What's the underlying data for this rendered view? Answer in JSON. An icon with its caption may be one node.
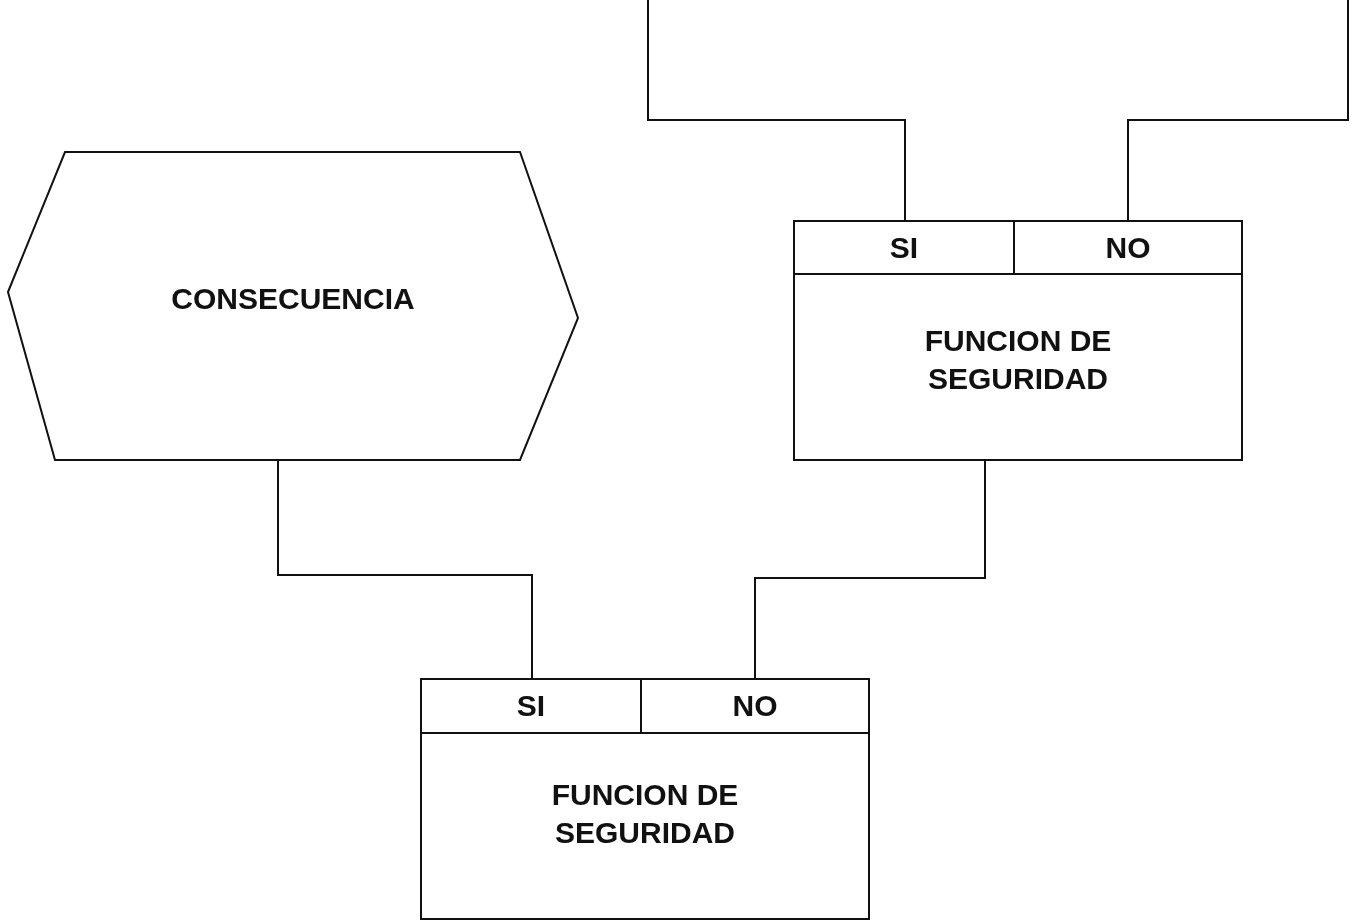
{
  "diagram": {
    "nodes": [
      {
        "text": [
          "CONSECUENCIA"
        ]
      },
      {
        "text": [
          "FUNCION DE SEGURIDAD"
        ]
      },
      {
        "text": [
          "SI"
        ],
        "in": 1
      },
      {
        "text": [
          "NO"
        ],
        "in": 1
      },
      {
        "text": [
          "FUNCION DE SEGURIDAD"
        ]
      },
      {
        "text": [
          "SI"
        ],
        "in": 4
      },
      {
        "text": [
          "NO"
        ],
        "in": 4
      }
    ],
    "edges": [
      {
        "from": null,
        "to": 2,
        "arrow": "none"
      },
      {
        "from": null,
        "to": 3,
        "arrow": "none"
      },
      {
        "from": 0,
        "to": 5,
        "arrow": "none"
      },
      {
        "from": 1,
        "to": 6,
        "arrow": "none"
      }
    ]
  }
}
